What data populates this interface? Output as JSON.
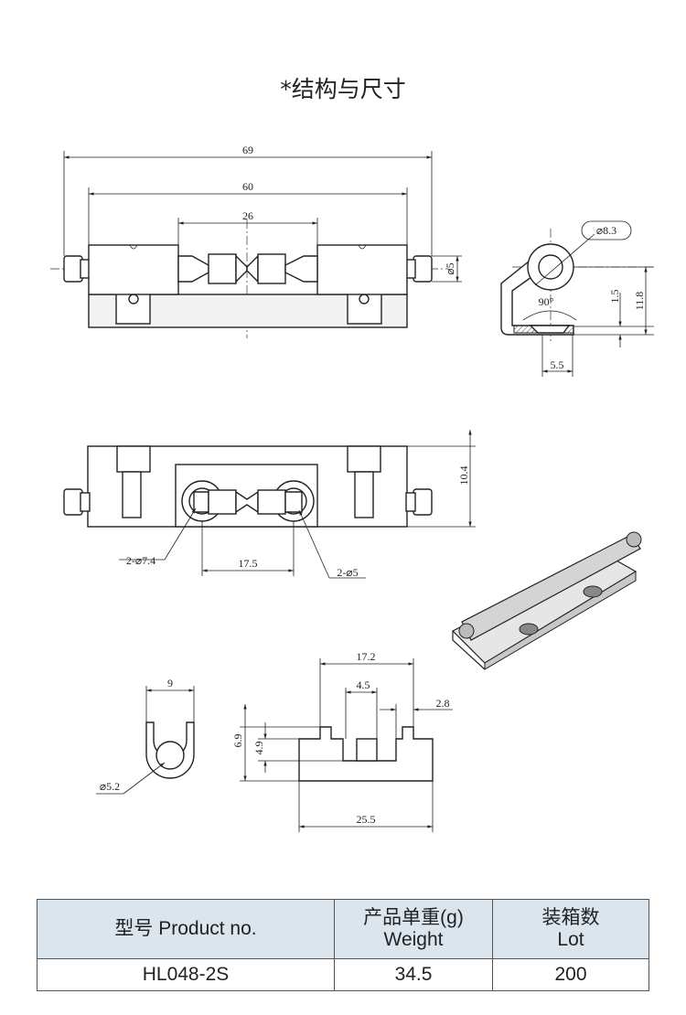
{
  "title": "*结构与尺寸",
  "dimensions": {
    "front_overall": "69",
    "front_body": "60",
    "front_center": "26",
    "pin_dia": "⌀5",
    "side_hole_dia": "⌀8.3",
    "side_offset": "1.5",
    "side_height": "11.8",
    "side_angle": "90°",
    "side_csk": "5.5",
    "top_width": "10.4",
    "top_holes_large": "2-⌀7.4",
    "top_hole_spacing": "17.5",
    "top_holes_small": "2-⌀5",
    "end_width": "9",
    "end_dia": "⌀5.2",
    "block_length": "17.2",
    "block_slot": "4.5",
    "block_step": "2.8",
    "block_height": "6.9",
    "block_slot_depth": "4.9",
    "block_base": "25.5"
  },
  "table": {
    "headers": [
      {
        "line1": "型号 Product no.",
        "line2": ""
      },
      {
        "line1": "产品单重(g)",
        "line2": "Weight"
      },
      {
        "line1": "装箱数",
        "line2": "Lot"
      }
    ],
    "rows": [
      {
        "product_no": "HL048-2S",
        "weight": "34.5",
        "lot": "200"
      }
    ]
  }
}
